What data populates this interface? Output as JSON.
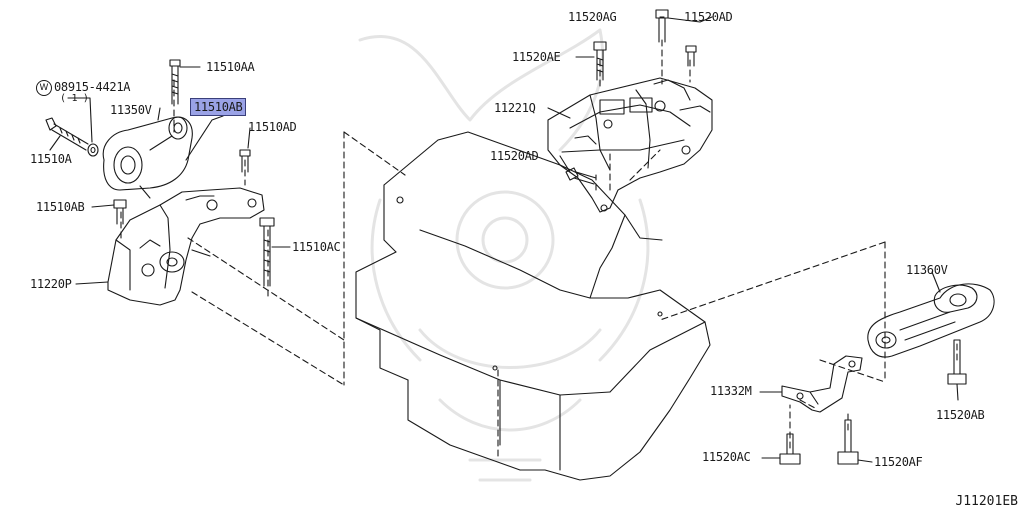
{
  "diagram_ref": "J11201EB",
  "labels": {
    "p11520AG": "11520AG",
    "p11520AD_top": "11520AD",
    "p11520AE": "11520AE",
    "p11221Q": "11221Q",
    "p11520AD_mid": "11520AD",
    "p08915": "08915-4421A",
    "p08915_qty": "( 1 )",
    "p08915_symbol": "W",
    "p11510AA": "11510AA",
    "p11510AB": "11510AB",
    "p11350V": "11350V",
    "p11510AD": "11510AD",
    "p11510A": "11510A",
    "p11510AB_left": "11510AB",
    "p11510AC": "11510AC",
    "p11220P": "11220P",
    "p11360V": "11360V",
    "p11332M": "11332M",
    "p11520AB": "11520AB",
    "p11520AC": "11520AC",
    "p11520AF": "11520AF"
  },
  "colors": {
    "line": "#1a1a1a",
    "watermark": "#ececec",
    "highlight": "#9aa2e6"
  },
  "selected_part": "11510AB"
}
